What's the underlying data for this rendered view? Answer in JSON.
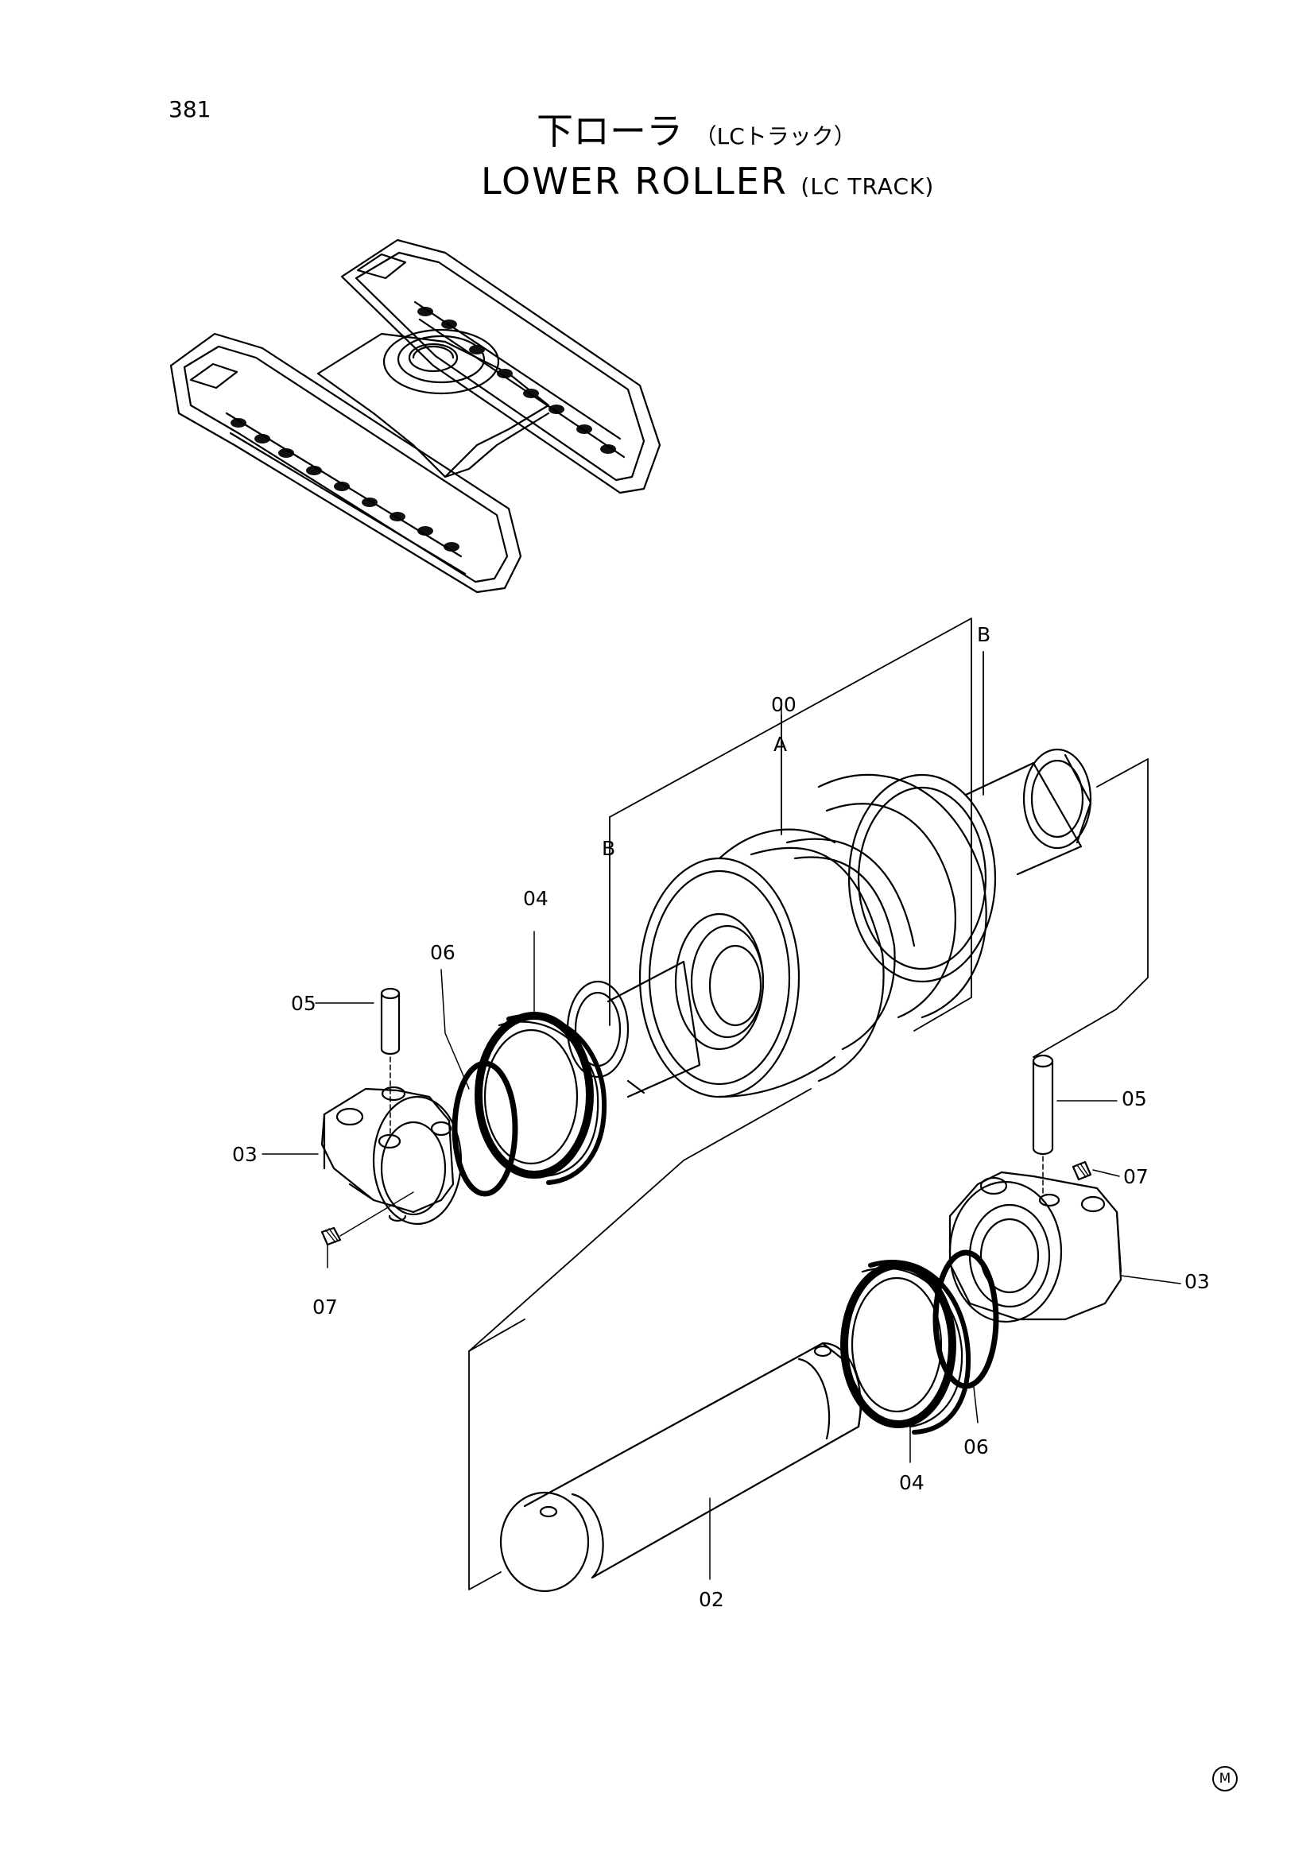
{
  "page_number": "381",
  "title": {
    "jp_main": "下ローラ",
    "jp_sub": "（LCトラック）",
    "en_main": "LOWER ROLLER",
    "en_sub": "(LC TRACK)"
  },
  "callouts": {
    "assembly": "00",
    "shaft": "02",
    "collar_left": "03",
    "collar_right": "03",
    "seal_left": "04",
    "seal_right": "04",
    "pin_left": "05",
    "pin_right": "05",
    "oring_left": "06",
    "oring_right": "06",
    "plug_left": "07",
    "plug_right": "07",
    "ref_a": "A",
    "ref_b_left": "B",
    "ref_b_right": "B"
  },
  "footer_mark": "M"
}
